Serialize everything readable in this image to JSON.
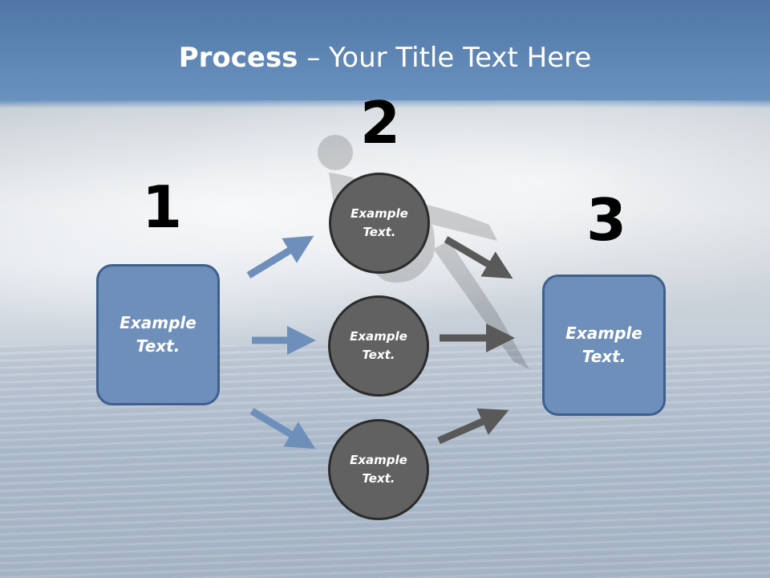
{
  "slide": {
    "title_bold": "Process",
    "title_rest": " – Your Title Text Here"
  },
  "steps": [
    {
      "number": "1",
      "label": "Example\nText."
    },
    {
      "number": "2",
      "label": "Example\nText."
    },
    {
      "number": "3",
      "label": "Example\nText."
    }
  ],
  "circles": [
    {
      "label": "Example\nText."
    },
    {
      "label": "Example\nText."
    },
    {
      "label": "Example\nText."
    }
  ],
  "colors": {
    "header": "#4f76a6",
    "box_fill": "#6f8fbb",
    "box_border": "#3f5f8e",
    "circle_fill": "#616161",
    "circle_border": "#2c2c2c",
    "arrow_blue": "#6f8fbb",
    "arrow_gray": "#595959"
  }
}
